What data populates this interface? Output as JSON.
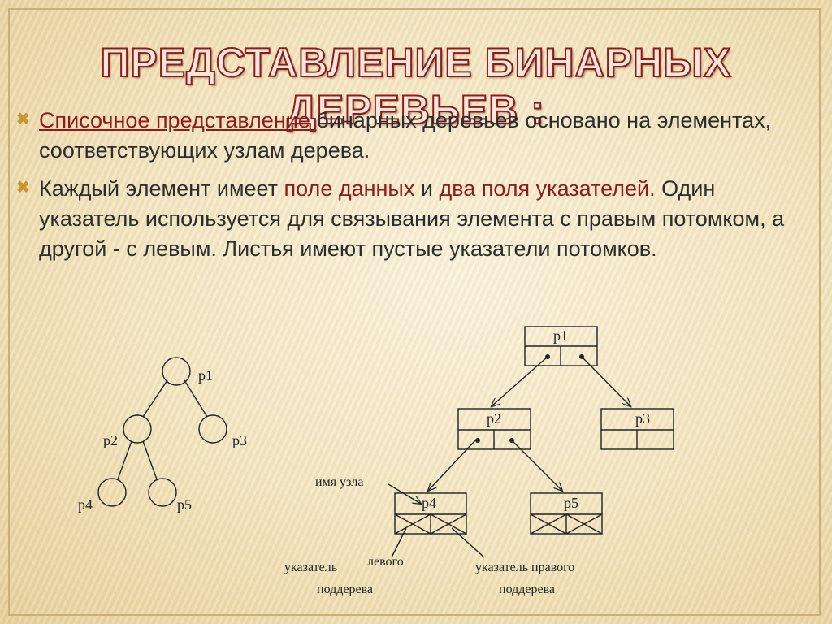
{
  "title": "ПРЕДСТАВЛЕНИЕ БИНАРНЫХ ДЕРЕВЬЕВ :",
  "bullet_mark": "✖",
  "bullet1": {
    "highlight": "Списочное представление ",
    "text": "бинарных деревьев основано на элементах, соответствующих узлам дерева."
  },
  "bullet2": {
    "t1": "Каждый элемент имеет ",
    "hl1": "поле данных",
    "t2": " и ",
    "hl2": "два поля указателей.",
    "t3": " Один указатель используется для связывания элемента с правым потомком, а другой  - с левым. Листья имеют пустые указатели потомков."
  },
  "left_tree": {
    "p1": "p1",
    "p2": "p2",
    "p3": "p3",
    "p4": "p4",
    "p5": "p5"
  },
  "right_tree": {
    "p1": "p1",
    "p2": "p2",
    "p3": "p3",
    "p4": "p4",
    "p5": "p5",
    "label_node_name": "имя узла",
    "label_left_line1": "указатель",
    "label_left_word": "левого",
    "label_left_line2": "поддерева",
    "label_right_line1": "указатель правого",
    "label_right_line2": "поддерева"
  },
  "colors": {
    "accent": "#8e1a1a",
    "bullet": "#c8962e",
    "text": "#2d2d2d"
  }
}
